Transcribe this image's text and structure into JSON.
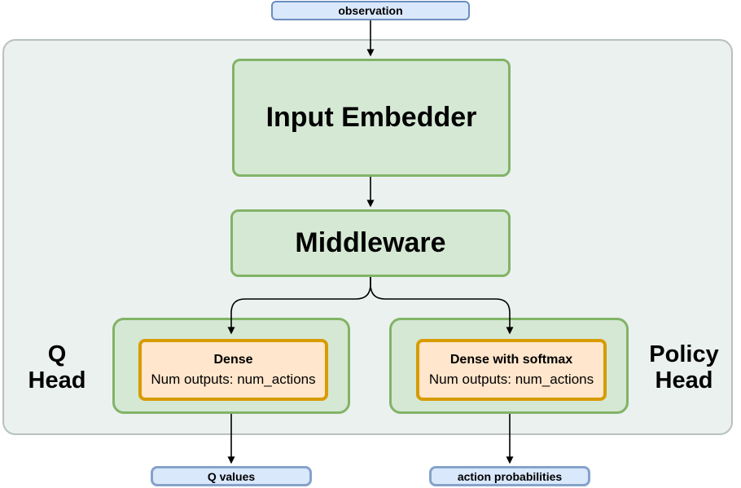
{
  "diagram": {
    "nodes": {
      "observation": "observation",
      "input_embedder": "Input Embedder",
      "middleware": "Middleware",
      "q_dense_title": "Dense",
      "q_dense_subtitle": "Num outputs: num_actions",
      "policy_dense_title": "Dense with softmax",
      "policy_dense_subtitle": "Num outputs: num_actions",
      "q_values": "Q values",
      "action_probabilities": "action probabilities"
    },
    "labels": {
      "q_head": "Q Head",
      "policy_head": "Policy Head"
    },
    "colors": {
      "page_bg": "#ffffff",
      "container_fill": "#eaf1ef",
      "container_border": "#b9c0c0",
      "green_fill": "#d5e8d4",
      "green_border": "#82b366",
      "orange_fill": "#ffe6cc",
      "orange_border": "#d79b00",
      "blue_fill": "#dae8fc",
      "blue_border": "#6c8ebf",
      "output_border": "#85a3c9",
      "arrow": "#000000",
      "text": "#000000"
    }
  }
}
